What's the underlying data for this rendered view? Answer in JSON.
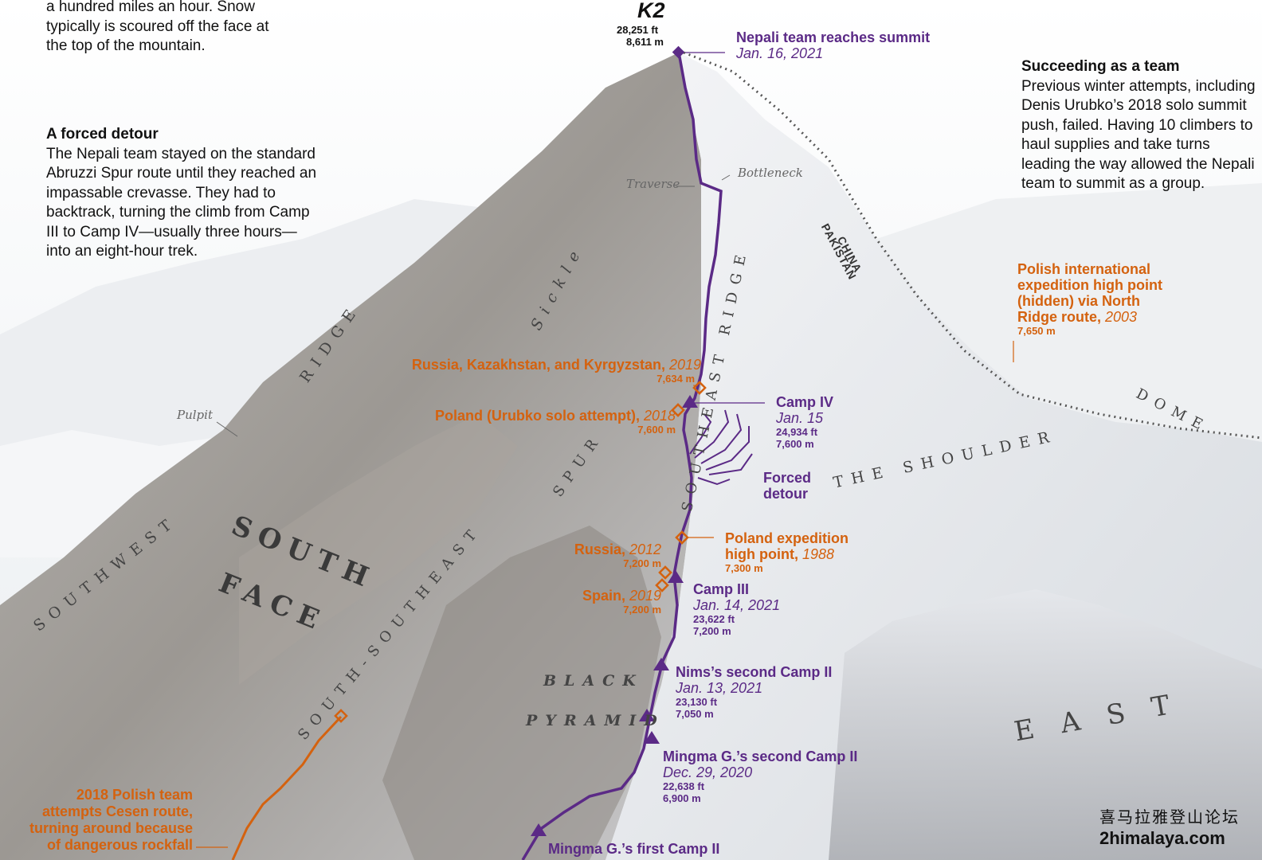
{
  "texts": {
    "intro_tail": "a hundred miles an hour. Snow typically is scoured off the face at the top of the mountain.",
    "detour_title": "A forced detour",
    "detour_body": "The Nepali team stayed on the standard Abruzzi Spur route until they reached an impassable crevasse. They had to backtrack, turning the climb from Camp III to Camp IV—usually three hours—into an eight-hour trek.",
    "team_title": "Succeeding as a team",
    "team_body": "Previous winter attempts, including Denis Urubko’s 2018 solo summit push, failed. Having 10 climbers to haul supplies and take turns leading the way allowed the Nepali team to summit as a group."
  },
  "peak": {
    "name": "K2",
    "height_ft": "28,251 ft",
    "height_m": "8,611 m"
  },
  "purple_labels": {
    "summit": {
      "title": "Nepali team reaches summit",
      "date": "Jan. 16, 2021"
    },
    "camp4": {
      "title": "Camp IV",
      "date": "Jan. 15",
      "ft": "24,934 ft",
      "m": "7,600 m"
    },
    "detour": {
      "l1": "Forced",
      "l2": "detour"
    },
    "camp3": {
      "title": "Camp III",
      "date": "Jan. 14, 2021",
      "ft": "23,622 ft",
      "m": "7,200 m"
    },
    "nims2": {
      "title": "Nims’s second Camp II",
      "date": "Jan. 13, 2021",
      "ft": "23,130 ft",
      "m": "7,050 m"
    },
    "mingma2": {
      "title": "Mingma G.’s second Camp II",
      "date": "Dec. 29, 2020",
      "ft": "22,638 ft",
      "m": "6,900 m"
    },
    "mingma1": {
      "title": "Mingma G.’s first Camp II"
    }
  },
  "orange_labels": {
    "polish_north": {
      "l1": "Polish international",
      "l2": "expedition high point",
      "l3": "(hidden) via North",
      "l4a": "Ridge route, ",
      "l4b": "2003",
      "m": "7,650 m"
    },
    "rkk": {
      "title": "Russia, Kazakhstan, and Kyrgyzstan, ",
      "year": "2019",
      "m": "7,634 m"
    },
    "poland_urubko": {
      "title": "Poland (Urubko solo attempt), ",
      "year": "2018",
      "m": "7,600 m"
    },
    "poland1988": {
      "l1": "Poland expedition",
      "l2a": "high point, ",
      "l2b": "1988",
      "m": "7,300 m"
    },
    "russia2012": {
      "title": "Russia, ",
      "year": "2012",
      "m": "7,200 m"
    },
    "spain2019": {
      "title": "Spain, ",
      "year": "2019",
      "m": "7,200 m"
    },
    "polish2018": {
      "l1": "2018 Polish team",
      "l2": "attempts Cesen route,",
      "l3": "turning around because",
      "l4": "of dangerous rockfall"
    }
  },
  "features": {
    "traverse": "Traverse",
    "bottleneck": "Bottleneck",
    "pulpit": "Pulpit",
    "china": "CHINA",
    "pakistan": "PAKISTAN"
  },
  "regions": {
    "sickle": "Sickle",
    "ridge": "RIDGE",
    "southwest": "SOUTHWEST",
    "south": "SOUTH",
    "face": "FACE",
    "sse": "SOUTH-SOUTHEAST",
    "spur": "SPUR",
    "se_ridge": "SOUTHEAST RIDGE",
    "shoulder": "THE SHOULDER",
    "dome": "DOME",
    "black": "BLACK",
    "pyramid": "PYRAMID",
    "east": "EAST"
  },
  "watermark": {
    "cn": "喜马拉雅登山论坛",
    "url": "2himalaya.com"
  },
  "colors": {
    "route": "#5b2a86",
    "orange": "#d4620f",
    "border": "#555555"
  }
}
